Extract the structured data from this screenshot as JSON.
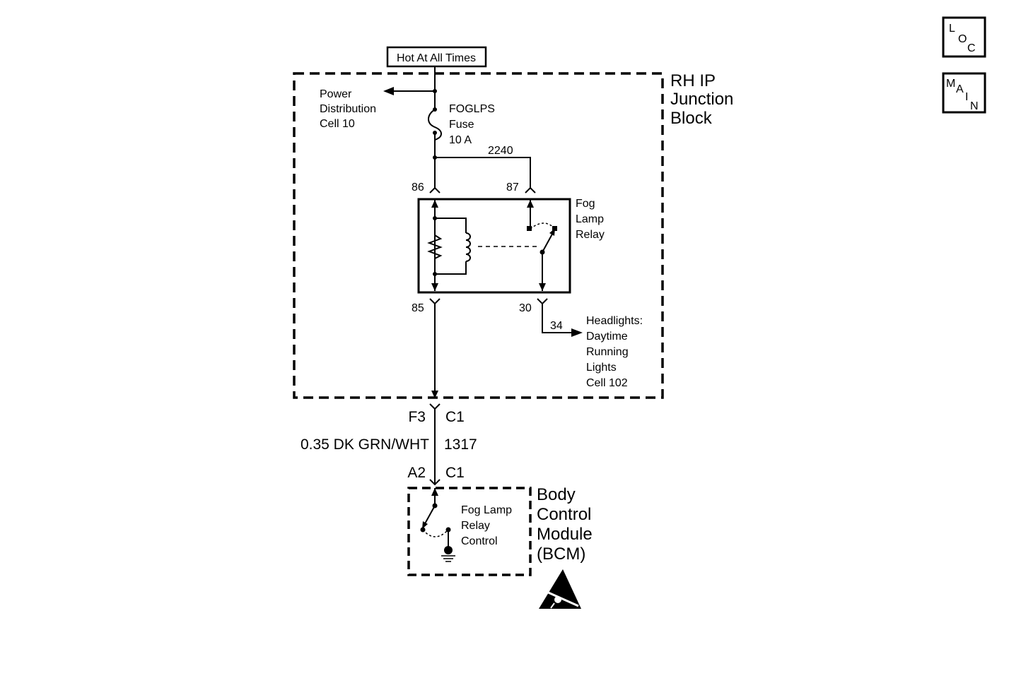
{
  "power_label": "Hot At All Times",
  "junction_block": {
    "title": [
      "RH IP",
      "Junction",
      "Block"
    ]
  },
  "power_distribution": [
    "Power",
    "Distribution",
    "Cell 10"
  ],
  "fuse": {
    "lines": [
      "FOGLPS",
      "Fuse",
      "10 A"
    ]
  },
  "wire_2240": "2240",
  "relay": {
    "name": [
      "Fog",
      "Lamp",
      "Relay"
    ],
    "pin_86": "86",
    "pin_87": "87",
    "pin_85": "85",
    "pin_30": "30"
  },
  "wire_34": "34",
  "headlights_ref": [
    "Headlights:",
    "Daytime",
    "Running",
    "Lights",
    "Cell 102"
  ],
  "connector_top": {
    "pin": "F3",
    "conn": "C1"
  },
  "wire": {
    "gauge_color": "0.35 DK GRN/WHT",
    "circuit": "1317"
  },
  "connector_bottom": {
    "pin": "A2",
    "conn": "C1"
  },
  "bcm": {
    "title": [
      "Body",
      "Control",
      "Module",
      "(BCM)"
    ],
    "function": [
      "Fog Lamp",
      "Relay",
      "Control"
    ]
  },
  "nav": {
    "loc": [
      "L",
      "O",
      "C"
    ],
    "main": [
      "M",
      "A",
      "I",
      "N"
    ]
  },
  "esd_icon": "esd-warning-icon"
}
